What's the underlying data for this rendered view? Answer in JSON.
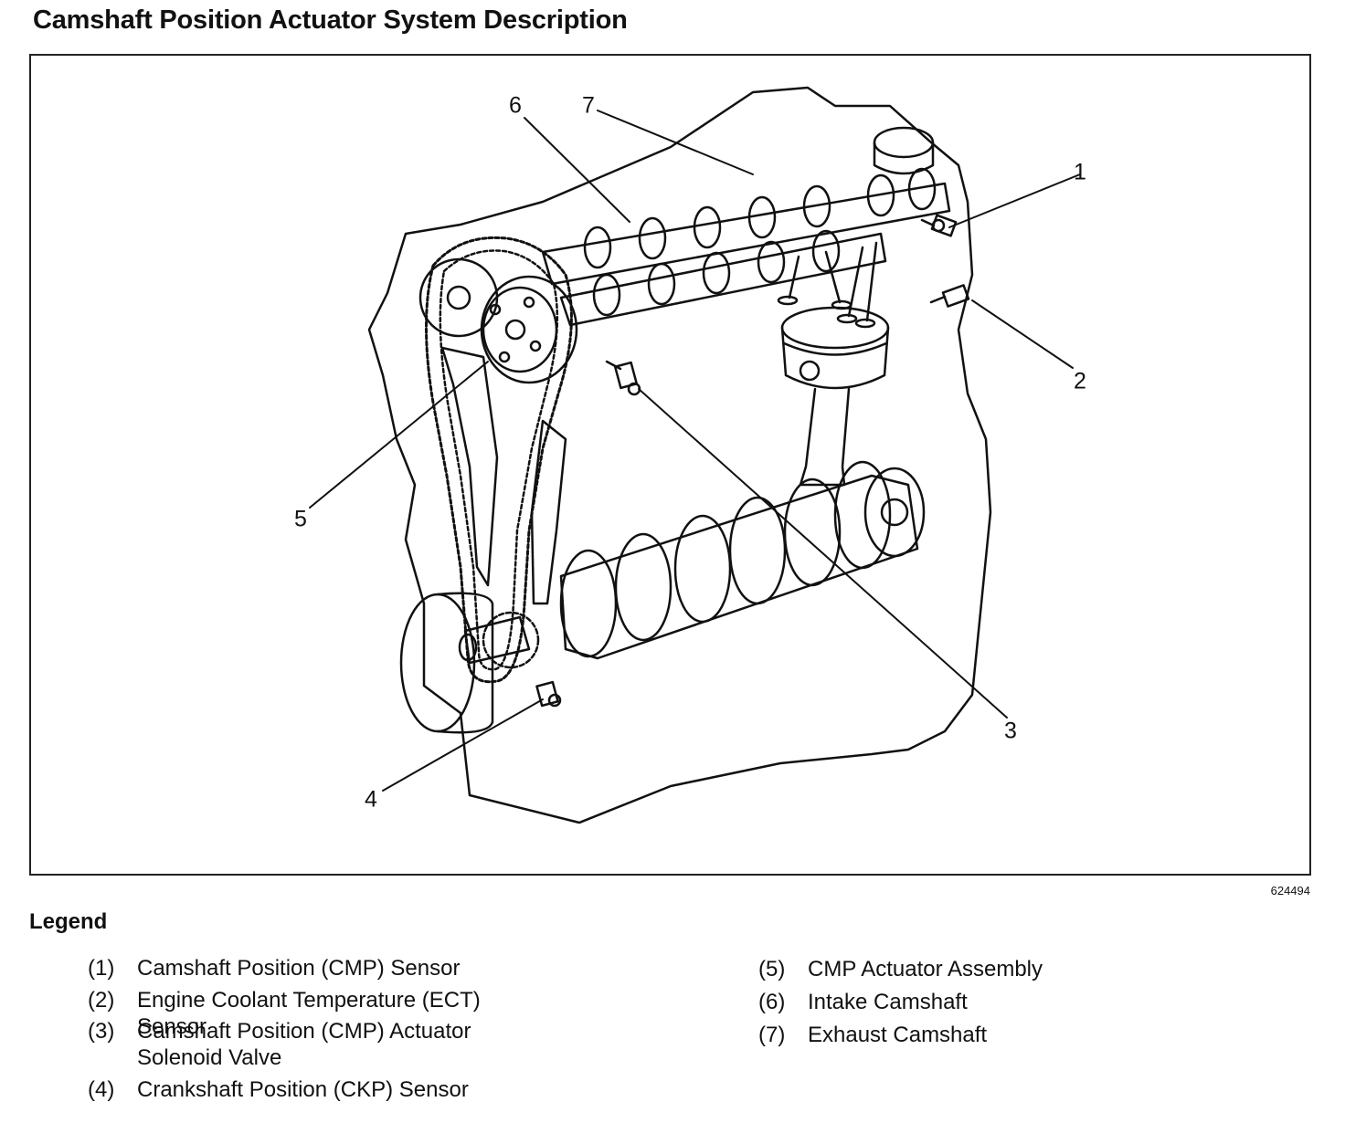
{
  "title": "Camshaft Position Actuator System Description",
  "figure_id": "624494",
  "callouts": [
    "1",
    "2",
    "3",
    "4",
    "5",
    "6",
    "7"
  ],
  "legend": {
    "heading": "Legend",
    "items": [
      {
        "num": "(1)",
        "text": "Camshaft Position (CMP) Sensor"
      },
      {
        "num": "(2)",
        "text": "Engine Coolant Temperature (ECT) Sensor"
      },
      {
        "num": "(3)",
        "text": "Camshaft Position (CMP) Actuator Solenoid Valve"
      },
      {
        "num": "(4)",
        "text": "Crankshaft Position (CKP) Sensor"
      },
      {
        "num": "(5)",
        "text": "CMP Actuator Assembly"
      },
      {
        "num": "(6)",
        "text": "Intake Camshaft"
      },
      {
        "num": "(7)",
        "text": "Exhaust Camshaft"
      }
    ]
  }
}
